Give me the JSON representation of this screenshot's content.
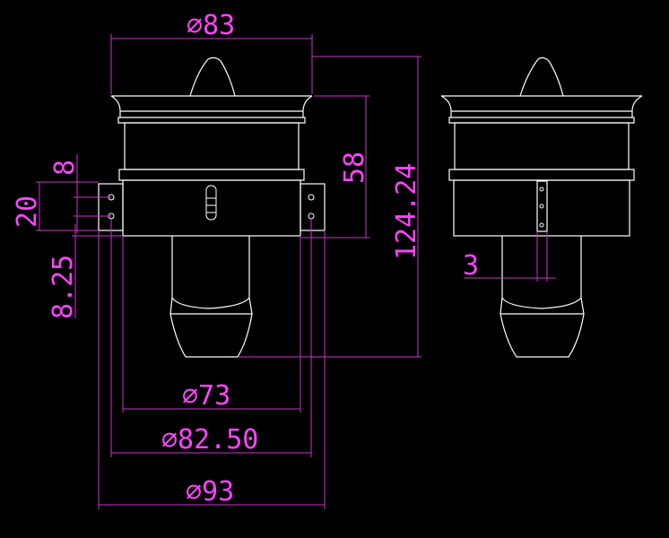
{
  "colors": {
    "background": "#000000",
    "outline": "#ffffff",
    "dimension": "#ff44ff"
  },
  "dimensions": {
    "top_diameter": "⌀83",
    "height_58": "58",
    "total_height": "124.24",
    "hole_spacing": "8",
    "bracket_height": "20",
    "bracket_offset": "8.25",
    "inner_diameter": "⌀73",
    "mid_diameter": "⌀82.50",
    "outer_diameter": "⌀93",
    "side_offset": "3"
  }
}
